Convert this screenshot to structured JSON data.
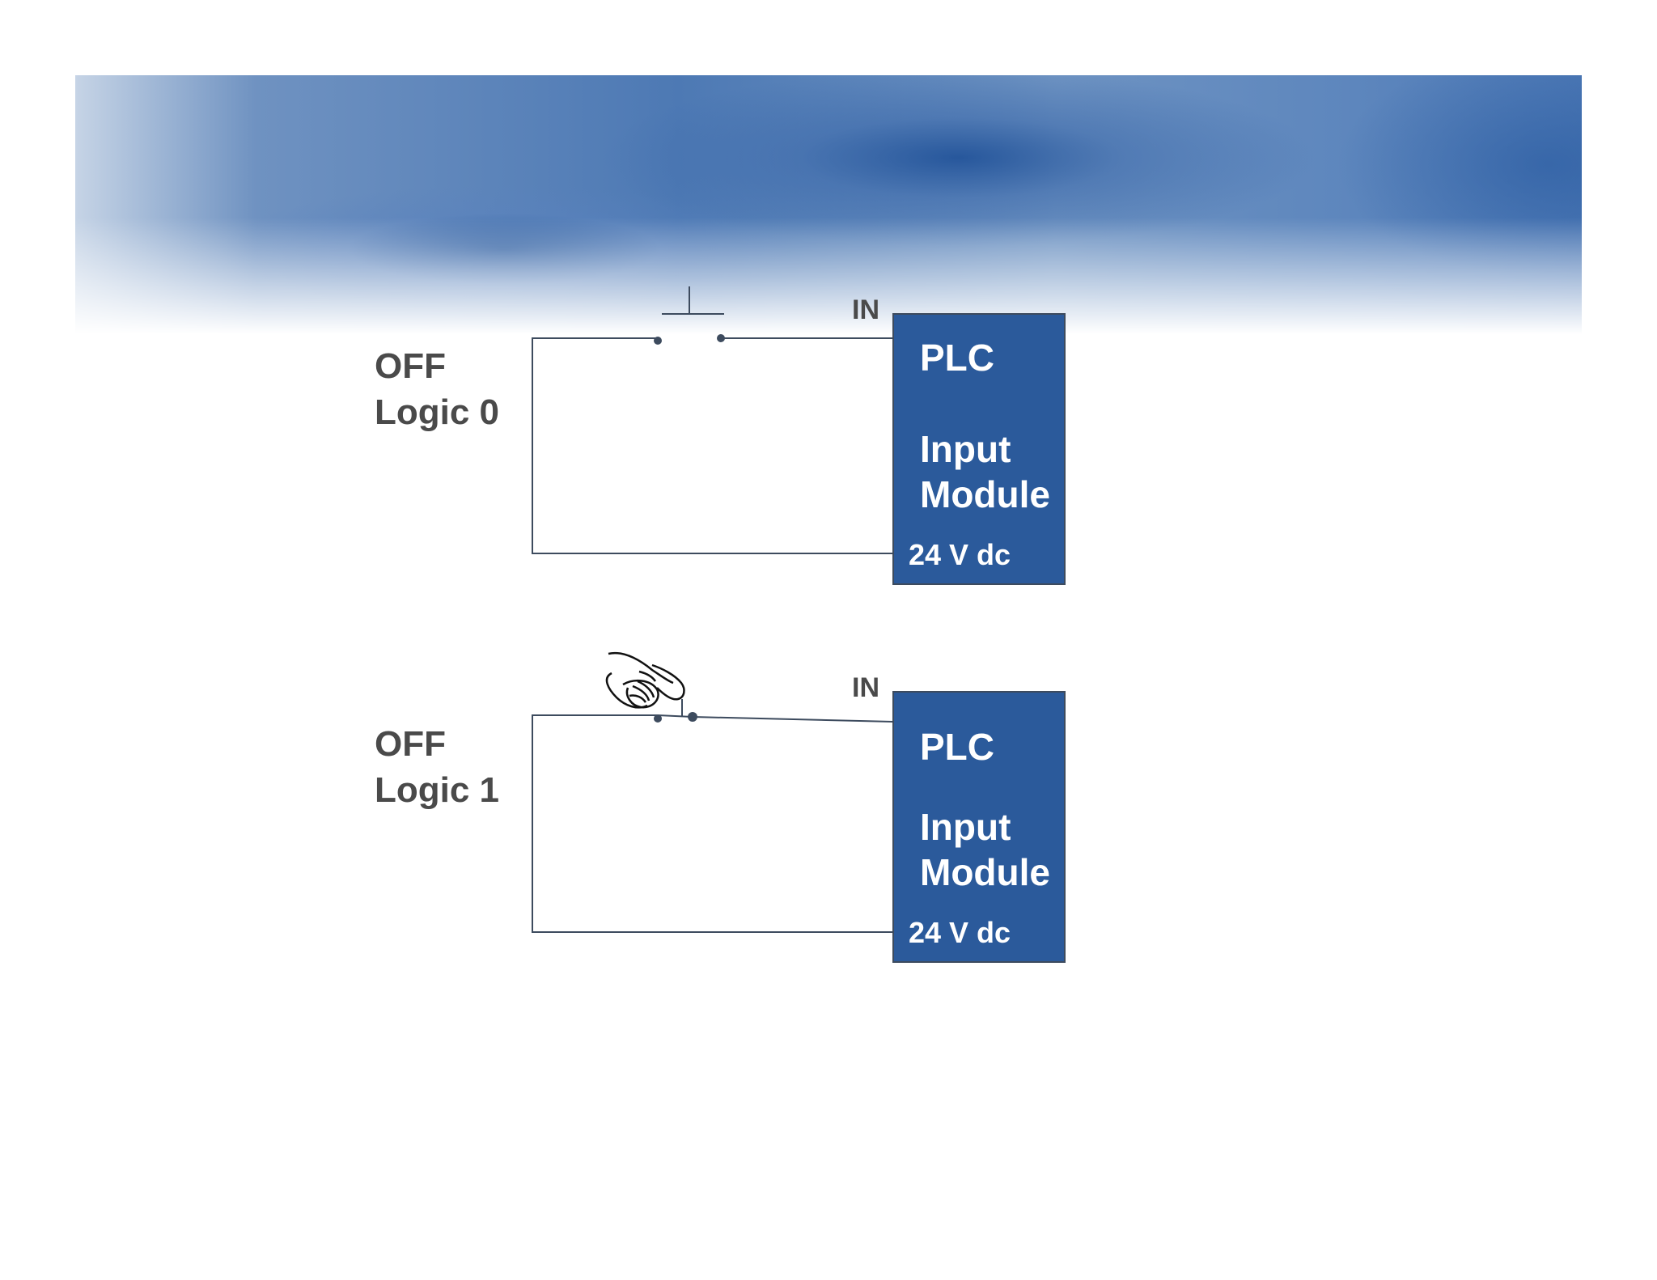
{
  "circuits": [
    {
      "state_label": "OFF",
      "logic_label": "Logic 0",
      "in_label": "IN",
      "module": {
        "title": "PLC",
        "line1": "Input",
        "line2": "Module",
        "voltage": "24 V dc"
      }
    },
    {
      "state_label": "OFF",
      "logic_label": "Logic 1",
      "in_label": "IN",
      "module": {
        "title": "PLC",
        "line1": "Input",
        "line2": "Module",
        "voltage": "24 V dc"
      }
    }
  ],
  "icons": {
    "pressing_finger": "hand-pointing-icon"
  },
  "colors": {
    "module_fill": "#2b5a9b",
    "wire": "#3d4b5e",
    "text": "#4a4a4a",
    "banner": "#4d79b4"
  }
}
